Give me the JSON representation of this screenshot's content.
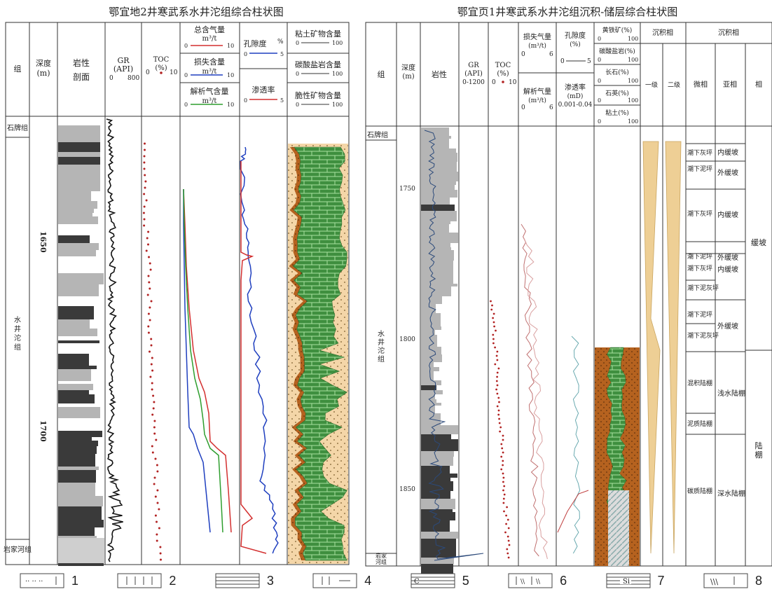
{
  "titles": {
    "left": "鄂宜地2井寒武系水井沱组综合柱状图",
    "right": "鄂宜页1井寒武系水井沱组沉积-储层综合柱状图"
  },
  "left": {
    "headers": {
      "zu": "组",
      "depth": "深度",
      "depth_unit": "(m)",
      "lith_a": "岩性",
      "lith_b": "剖面",
      "gr_a": "GR",
      "gr_b": "(API)",
      "gr_min": "0",
      "gr_max": "800",
      "toc_a": "TOC",
      "toc_b": "(%)",
      "toc_min": "0",
      "toc_max": "10",
      "gas_total": "总含气量",
      "gas_loss": "损失含量",
      "gas_desorb": "解析气含量",
      "gas_unit": "m³/t",
      "gas_min": "0",
      "gas_max": "10",
      "porosity": "孔隙度",
      "porosity_unit": "%",
      "porosity_min": "0",
      "porosity_max": "5",
      "perm": "渗透率",
      "perm_min": "0",
      "perm_max": "5",
      "clay": "粘土矿物含量",
      "carb": "碳酸盐岩含量",
      "brittle": "脆性矿物含量",
      "mineral_min": "0",
      "mineral_max": "100"
    },
    "formations": {
      "top": "石牌组",
      "main": "水井沱组",
      "bottom": "岩家河组"
    },
    "depth_ticks": [
      "1650",
      "1700"
    ]
  },
  "right": {
    "headers": {
      "zu": "组",
      "depth": "深度",
      "depth_unit": "(m)",
      "lith": "岩性",
      "gr_a": "GR",
      "gr_b": "(API)",
      "gr_range": "0-1200",
      "toc_a": "TOC",
      "toc_b": "(%)",
      "toc_min": "0",
      "toc_max": "10",
      "gas_loss": "损失气量",
      "gas_desorb": "解析气量",
      "gas_unit": "(m³/t)",
      "gas_min": "0",
      "gas_max": "6",
      "porosity": "孔隙度",
      "porosity_unit": "(%)",
      "porosity_min": "0",
      "porosity_max": "5",
      "perm": "渗透率",
      "perm_unit": "(mD)",
      "perm_range": "0.001-0.04",
      "pyrite": "黄铁矿(%)",
      "carbonate": "碳酸盐岩(%)",
      "feldspar": "长石(%)",
      "quartz": "石英(%)",
      "clay": "粘土(%)",
      "mineral_min": "0",
      "mineral_max": "100",
      "sed_cycle": "沉积相",
      "sed_facies": "沉积相",
      "level1": "一级",
      "level2": "二级",
      "micro": "微相",
      "sub": "亚相",
      "facies": "相"
    },
    "formations": {
      "top": "石牌组",
      "main": "水井沱组",
      "bottom": "岩家河组"
    },
    "depth_ticks": [
      "1750",
      "1800",
      "1850"
    ],
    "micro_facies": [
      "潮下灰坪",
      "潮下泥坪",
      "潮下灰坪",
      "潮下泥坪",
      "潮下灰坪",
      "潮下泥灰坪",
      "潮下泥坪",
      "潮下泥灰坪",
      "混积陆棚",
      "泥质陆棚",
      "碳质陆棚"
    ],
    "sub_facies": [
      "内缓坡",
      "外缓坡",
      "内缓坡",
      "外缓坡",
      "内缓坡",
      "外缓坡",
      "浅水陆棚",
      "深水陆棚"
    ],
    "facies": [
      "缓坡",
      "陆棚"
    ]
  },
  "legend": [
    {
      "pattern": "dots",
      "letter": "",
      "num": "1"
    },
    {
      "pattern": "ticks",
      "letter": "",
      "num": "2"
    },
    {
      "pattern": "lines",
      "letter": "",
      "num": "3"
    },
    {
      "pattern": "tickdash",
      "letter": "",
      "num": "4"
    },
    {
      "pattern": "lines",
      "letter": "C",
      "num": "5"
    },
    {
      "pattern": "slash",
      "letter": "",
      "num": "6"
    },
    {
      "pattern": "lines",
      "letter": "Si",
      "num": "7"
    },
    {
      "pattern": "shell",
      "letter": "",
      "num": "8"
    }
  ],
  "colors": {
    "gr": "#111111",
    "toc": "#b22222",
    "gas_total": "#d32f2f",
    "gas_loss": "#1f3fbf",
    "gas_desorb": "#2e9e2e",
    "clay_fill": "#f4d6a8",
    "carb_fill": "#3f8f3f",
    "brittle_fill": "#c8763a",
    "lith_gray": "#b5b5b5",
    "lith_dark": "#3a3a3a",
    "cycle_fill": "#eecf95"
  }
}
